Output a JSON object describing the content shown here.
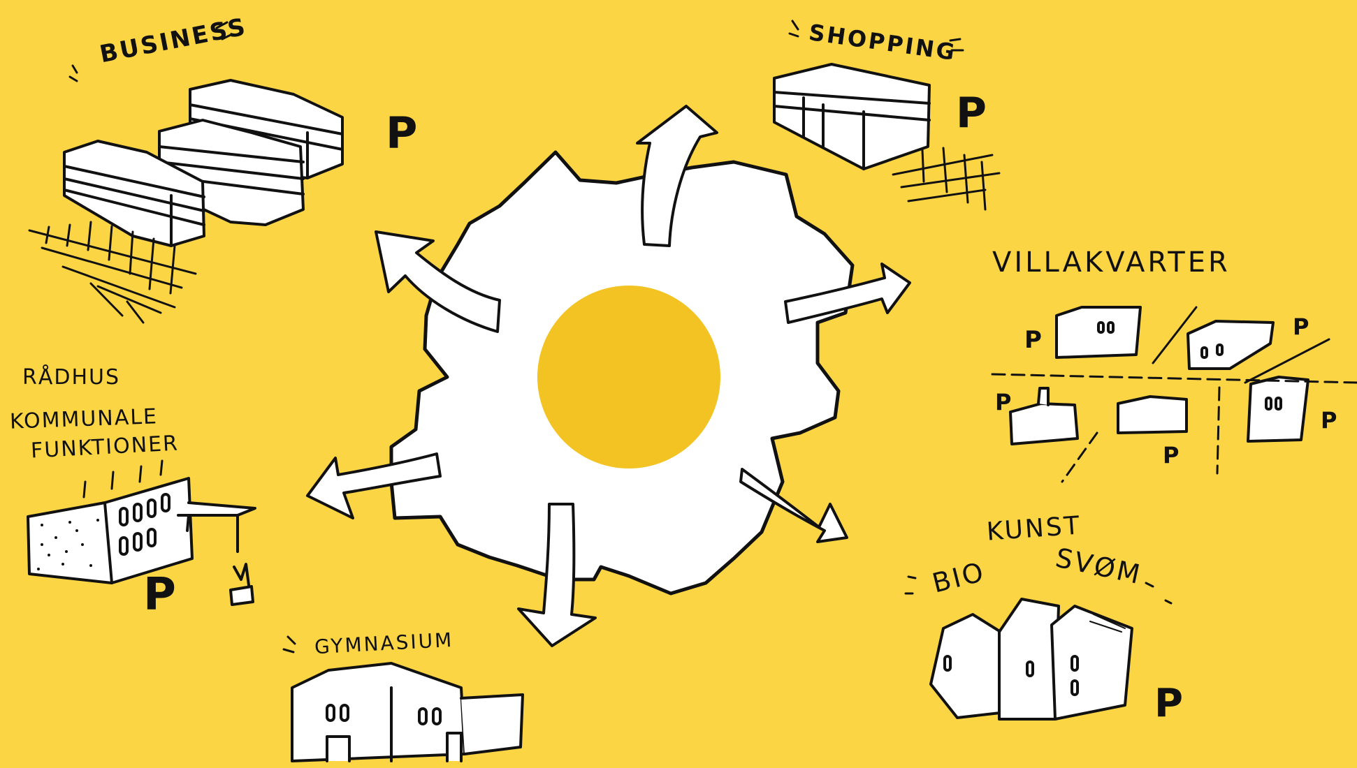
{
  "background_color": "#fbd544",
  "egg": {
    "white_color": "#ffffff",
    "yolk_color": "#f2c323",
    "outline_color": "#111111"
  },
  "labels": {
    "business": "BUSINESS",
    "shopping": "SHOPPING",
    "villakvarter": "VILLAKVARTER",
    "radhus": "RÅDHUS",
    "kommunale": "KOMMUNALE",
    "funktioner": "FUNKTIONER",
    "kunst": "KUNST",
    "bio": "BIO",
    "svom": "SVØM",
    "gymnasium": "GYMNASIUM"
  },
  "parking": {
    "label": "P"
  }
}
